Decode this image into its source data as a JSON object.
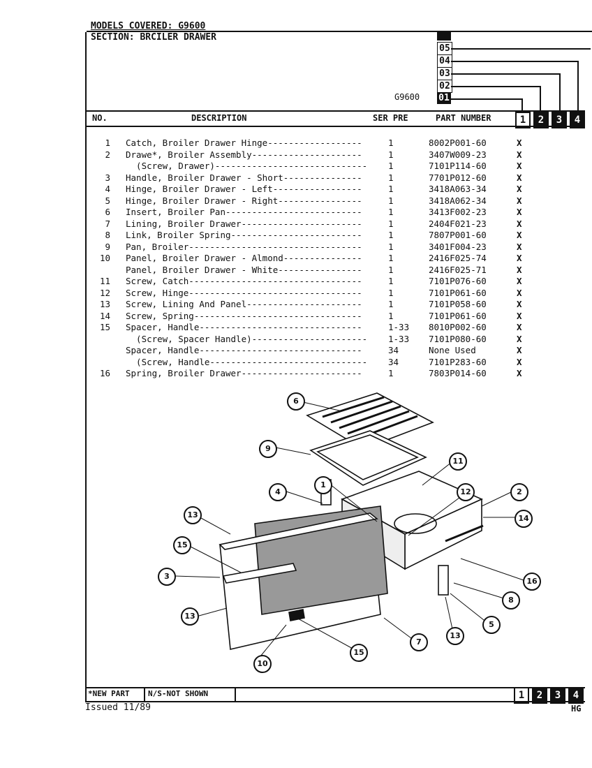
{
  "header": {
    "models_covered": "MODELS COVERED: G9600",
    "section": "SECTION: BRCILER DRAWER",
    "model_label": "G9600",
    "codes": [
      "05",
      "04",
      "03",
      "02",
      "01"
    ],
    "columns": {
      "no": "NO.",
      "description": "DESCRIPTION",
      "ser_pre": "SER PRE",
      "part_number": "PART NUMBER"
    },
    "column_boxes": [
      "1",
      "2",
      "3",
      "4"
    ]
  },
  "parts": [
    {
      "no": "1",
      "desc": "Catch, Broiler Drawer Hinge------------------",
      "ser": "1",
      "part": "8002P001-60",
      "x": "X"
    },
    {
      "no": "2",
      "desc": "Drawe*, Broiler Assembly---------------------",
      "ser": "1",
      "part": "3407W009-23",
      "x": "X"
    },
    {
      "no": "",
      "desc": "  (Screw, Drawer)-----------------------------",
      "ser": "1",
      "part": "7101P114-60",
      "x": "X"
    },
    {
      "no": "3",
      "desc": "Handle, Broiler Drawer - Short---------------",
      "ser": "1",
      "part": "7701P012-60",
      "x": "X"
    },
    {
      "no": "4",
      "desc": "Hinge, Broiler Drawer - Left-----------------",
      "ser": "1",
      "part": "3418A063-34",
      "x": "X"
    },
    {
      "no": "5",
      "desc": "Hinge, Broiler Drawer - Right----------------",
      "ser": "1",
      "part": "3418A062-34",
      "x": "X"
    },
    {
      "no": "6",
      "desc": "Insert, Broiler Pan--------------------------",
      "ser": "1",
      "part": "3413F002-23",
      "x": "X"
    },
    {
      "no": "7",
      "desc": "Lining, Broiler Drawer-----------------------",
      "ser": "1",
      "part": "2404F021-23",
      "x": "X"
    },
    {
      "no": "8",
      "desc": "Link, Broiler Spring-------------------------",
      "ser": "1",
      "part": "7807P001-60",
      "x": "X"
    },
    {
      "no": "9",
      "desc": "Pan, Broiler---------------------------------",
      "ser": "1",
      "part": "3401F004-23",
      "x": "X"
    },
    {
      "no": "10",
      "desc": "Panel, Broiler Drawer - Almond---------------",
      "ser": "1",
      "part": "2416F025-74",
      "x": "X"
    },
    {
      "no": "",
      "desc": "Panel, Broiler Drawer - White----------------",
      "ser": "1",
      "part": "2416F025-71",
      "x": "X"
    },
    {
      "no": "11",
      "desc": "Screw, Catch---------------------------------",
      "ser": "1",
      "part": "7101P076-60",
      "x": "X"
    },
    {
      "no": "12",
      "desc": "Screw, Hinge---------------------------------",
      "ser": "1",
      "part": "7101P061-60",
      "x": "X"
    },
    {
      "no": "13",
      "desc": "Screw, Lining And Panel----------------------",
      "ser": "1",
      "part": "7101P058-60",
      "x": "X"
    },
    {
      "no": "14",
      "desc": "Screw, Spring--------------------------------",
      "ser": "1",
      "part": "7101P061-60",
      "x": "X"
    },
    {
      "no": "15",
      "desc": "Spacer, Handle-------------------------------",
      "ser": "1-33",
      "part": "8010P002-60",
      "x": "X"
    },
    {
      "no": "",
      "desc": "  (Screw, Spacer Handle)----------------------",
      "ser": "1-33",
      "part": "7101P080-60",
      "x": "X"
    },
    {
      "no": "",
      "desc": "Spacer, Handle-------------------------------",
      "ser": "34",
      "part": "None Used",
      "x": "X"
    },
    {
      "no": "",
      "desc": "  (Screw, Handle------------------------------",
      "ser": "34",
      "part": "7101P283-60",
      "x": "X"
    },
    {
      "no": "16",
      "desc": "Spring, Broiler Drawer-----------------------",
      "ser": "1",
      "part": "7803P014-60",
      "x": "X"
    }
  ],
  "callouts": [
    "6",
    "9",
    "11",
    "1",
    "4",
    "12",
    "2",
    "14",
    "13",
    "15",
    "3",
    "16",
    "7",
    "8",
    "5",
    "13",
    "15",
    "13",
    "10"
  ],
  "footer": {
    "new_part": "*NEW PART",
    "not_shown": "N/S-NOT SHOWN",
    "boxes": [
      "1",
      "2",
      "3",
      "4"
    ],
    "issued": "Issued 11/89",
    "corner": "HG"
  }
}
